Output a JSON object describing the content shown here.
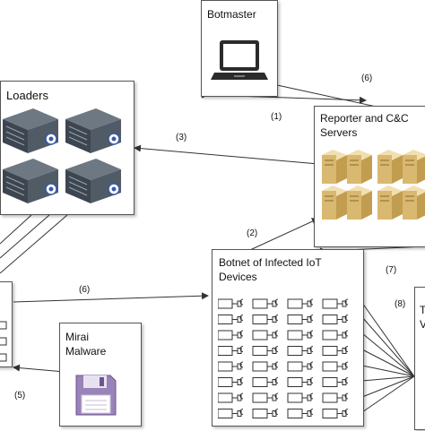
{
  "nodes": {
    "botmaster": {
      "title": "Botmaster",
      "icon": "laptop-icon"
    },
    "loaders": {
      "title": "Loaders",
      "icon": "server-rack-icon"
    },
    "reporter": {
      "title_line1": "Reporter and C&C",
      "title_line2": "Servers",
      "icon": "tower-server-icon"
    },
    "botnet": {
      "title_line1": "Botnet of Infected IoT",
      "title_line2": "Devices",
      "icon": "iot-device-icon"
    },
    "malware": {
      "title_line1": "Mirai",
      "title_line2": "Malware",
      "icon": "floppy-disk-icon"
    },
    "victim_partial": {
      "text_line1": "T",
      "text_line2": "V"
    }
  },
  "edges": {
    "e1": "(1)",
    "e2": "(2)",
    "e3": "(3)",
    "e5": "(5)",
    "e6a": "(6)",
    "e6b": "(6)",
    "e7": "(7)",
    "e8": "(8)"
  },
  "colors": {
    "line": "#333333",
    "border": "#555555",
    "server_gold": "#e6c98a",
    "rack_dark": "#3d4650",
    "floppy_purple": "#9a83b8"
  }
}
